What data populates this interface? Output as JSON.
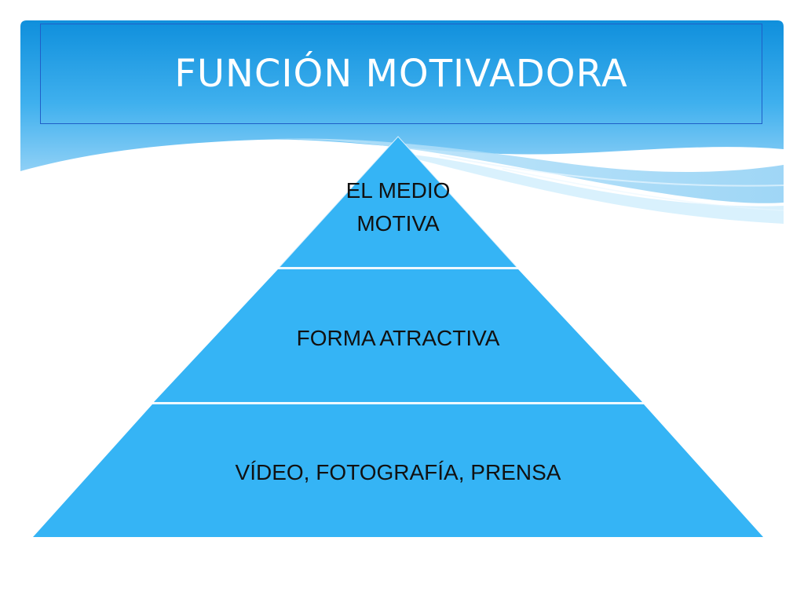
{
  "slide": {
    "title": "FUNCIÓN MOTIVADORA"
  },
  "pyramid": {
    "levels": [
      {
        "lines": [
          "EL MEDIO",
          "MOTIVA"
        ]
      },
      {
        "lines": [
          "FORMA ATRACTIVA"
        ]
      },
      {
        "lines": [
          "VÍDEO, FOTOGRAFÍA, PRENSA"
        ]
      }
    ]
  },
  "colors": {
    "header_blue": "#1396e0",
    "header_light": "#9fd6f7",
    "pyramid_fill": "#35b4f5",
    "divider": "#e8f6fe",
    "title_border": "#1f5fc8"
  }
}
